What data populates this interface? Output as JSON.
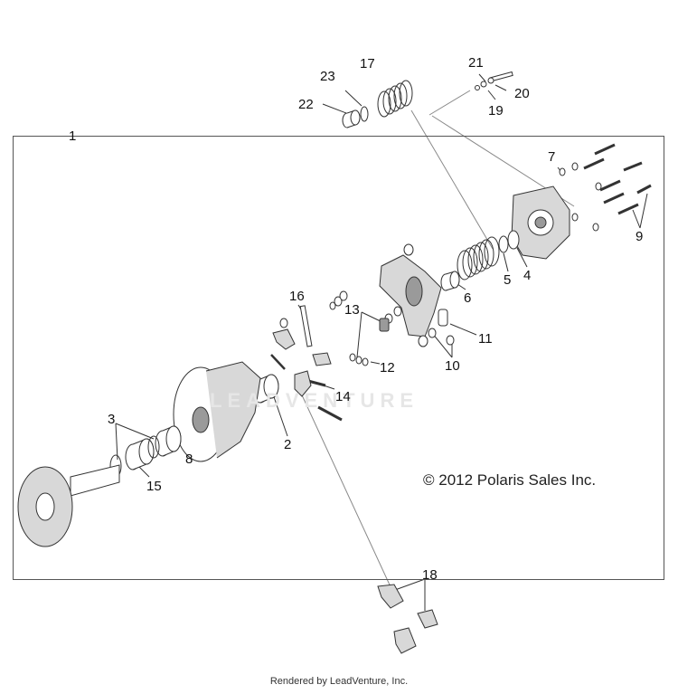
{
  "callouts": {
    "n1": "1",
    "n2": "2",
    "n3": "3",
    "n4": "4",
    "n5": "5",
    "n6": "6",
    "n7": "7",
    "n8": "8",
    "n9": "9",
    "n10": "10",
    "n11": "11",
    "n12": "12",
    "n13": "13",
    "n14": "14",
    "n15": "15",
    "n16": "16",
    "n17": "17",
    "n18": "18",
    "n19": "19",
    "n20": "20",
    "n21": "21",
    "n22": "22",
    "n23": "23"
  },
  "copyright": "© 2012 Polaris Sales Inc.",
  "watermark": "LEADVENTURE",
  "footer": "Rendered by LeadVenture, Inc.",
  "colors": {
    "line": "#333333",
    "fill": "#ffffff",
    "shade": "#d8d8d8",
    "dark": "#9a9a9a"
  }
}
